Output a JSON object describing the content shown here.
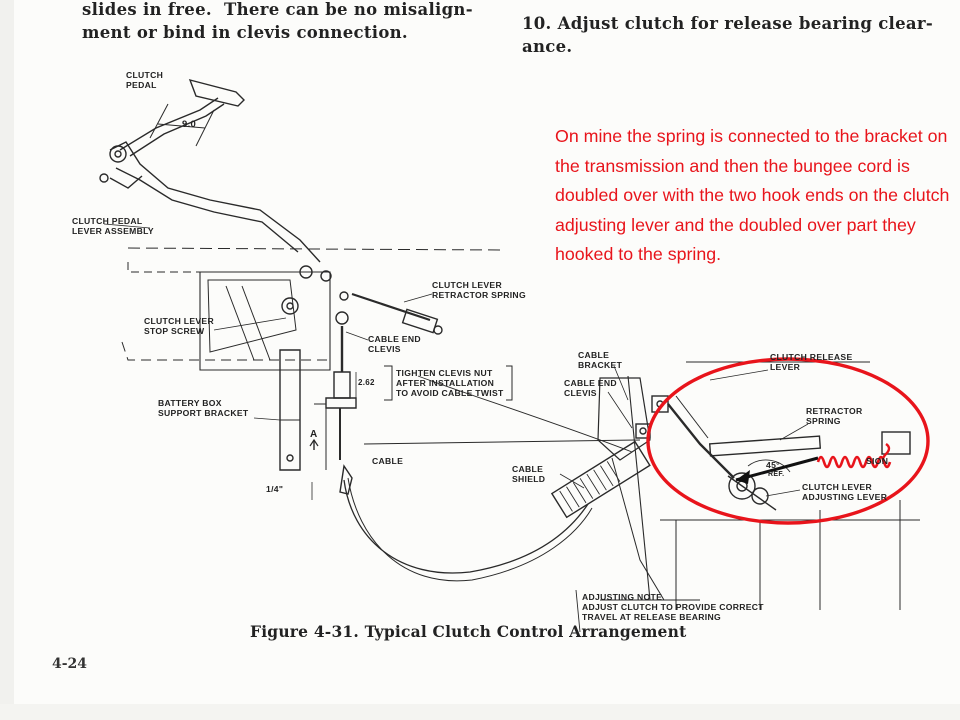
{
  "text": {
    "top_left": "slides in free.  There can be no misalign-\nment or bind in clevis connection.",
    "top_right": "10. Adjust clutch for release bearing clear-\nance.",
    "red_note": "On mine the spring is connected to the bracket on the transmission and then the bungee cord is doubled over with the two hook ends on the clutch adjusting lever and the doubled over part they hooked to the spring.",
    "caption": "Figure 4-31.  Typical Clutch Control Arrangement",
    "page_number": "4-24"
  },
  "labels": {
    "clutch_pedal": "CLUTCH\nPEDAL",
    "dim_9": "9.0",
    "pedal_lever_assembly": "CLUTCH PEDAL\nLEVER ASSEMBLY",
    "lever_retractor_spring": "CLUTCH LEVER\nRETRACTOR SPRING",
    "lever_stop_screw": "CLUTCH LEVER\nSTOP SCREW",
    "cable_end_clevis_left": "CABLE END\nCLEVIS",
    "dim_262": "2.62",
    "tighten_note": "TIGHTEN CLEVIS NUT\nAFTER INSTALLATION\nTO AVOID CABLE TWIST",
    "battery_box": "BATTERY BOX\nSUPPORT BRACKET",
    "point_a": "A",
    "cable": "CABLE",
    "quarter_inch": "1/4\"",
    "cable_shield": "CABLE\nSHIELD",
    "cable_bracket": "CABLE\nBRACKET",
    "cable_end_clevis_right": "CABLE END\nCLEVIS",
    "release_lever": "CLUTCH RELEASE\nLEVER",
    "retractor_spring_right": "RETRACTOR\nSPRING",
    "sion": "SION",
    "deg45": "45°",
    "ref": "REF.",
    "adjusting_lever": "CLUTCH LEVER\nADJUSTING LEVER",
    "adjusting_note": "ADJUSTING NOTE\nADJUST CLUTCH TO PROVIDE CORRECT\nTRAVEL AT RELEASE BEARING"
  },
  "annotation": {
    "circle_color": "#e8141b",
    "note_color": "#e8141b",
    "marks": [
      "red-ellipse",
      "red-arrow",
      "red-coil-spring"
    ]
  }
}
